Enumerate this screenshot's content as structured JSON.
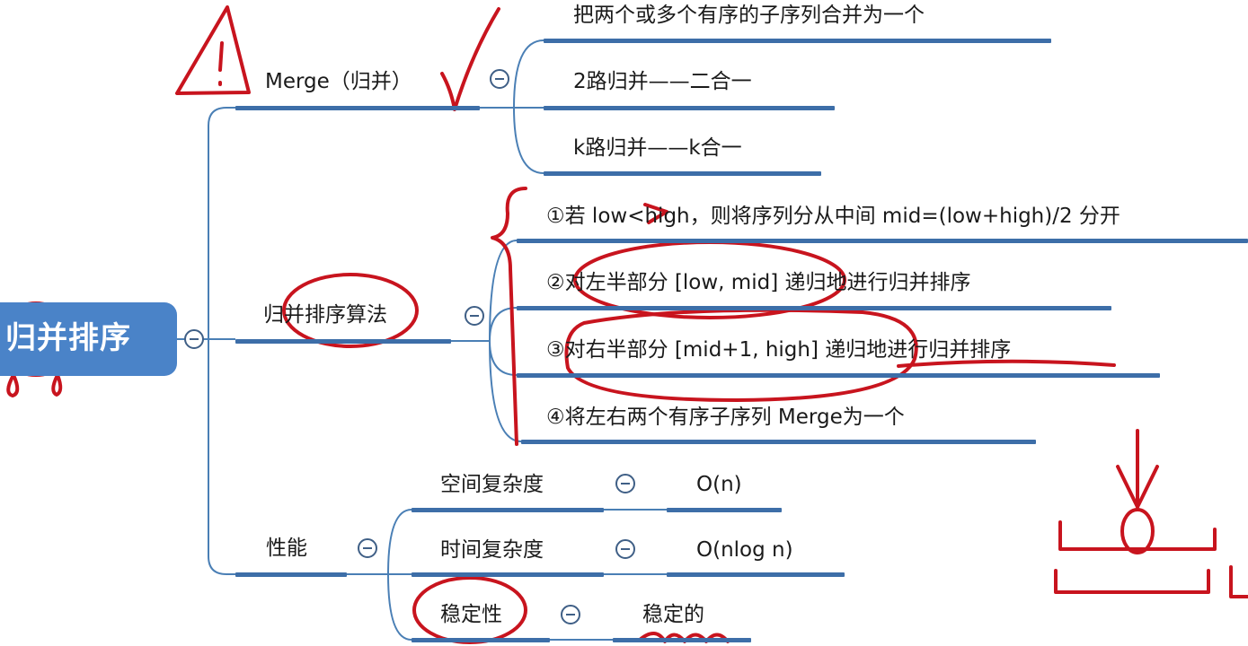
{
  "root": {
    "label": "归并排序"
  },
  "branches": {
    "merge": {
      "label": "Merge（归并）",
      "children": [
        "把两个或多个有序的子序列合并为一个",
        "2路归并——二合一",
        "k路归并——k合一"
      ]
    },
    "algorithm": {
      "label": "归并排序算法",
      "steps": [
        "①若 low<high，则将序列分从中间 mid=(low+high)/2 分开",
        "②对左半部分 [low, mid] 递归地进行归并排序",
        "③对右半部分 [mid+1, high] 递归地进行归并排序",
        "④将左右两个有序子序列 Merge为一个"
      ]
    },
    "performance": {
      "label": "性能",
      "rows": [
        {
          "name": "空间复杂度",
          "value": "O(n)"
        },
        {
          "name": "时间复杂度",
          "value": "O(nlog n)"
        },
        {
          "name": "稳定性",
          "value": "稳定的"
        }
      ]
    }
  },
  "colors": {
    "root": "#4a83c8",
    "bar": "#3d6ea8",
    "connector": "#4a7fb5",
    "ink": "#c8141e"
  }
}
